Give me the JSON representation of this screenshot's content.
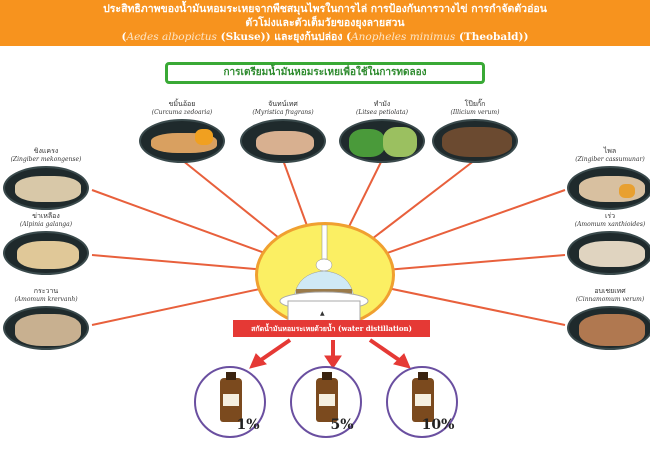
{
  "header": {
    "line1": "ประสิทธิภาพของน้ำมันหอมระเหยจากพืชสมุนไพรในการไล่ การป้องกันการวางไข่ การกำจัดตัวอ่อน",
    "line2": "ตัวโม่งและตัวเต็มวัยของยุงลายสวน",
    "line3_sp1": "Aedes albopictus",
    "line3_a1": "(Skuse))",
    "line3_mid": "และยุงก้นปล่อง (",
    "line3_sp2": "Anopheles minimus",
    "line3_a2": "(Theobald))"
  },
  "banner": "การเตรียมน้ำมันหอมระเหยเพื่อใช้ในการทดลอง",
  "plants": [
    {
      "thai": "ขมิ้นอ้อย",
      "sci": "(Curcuma zedoaria)"
    },
    {
      "thai": "จันทน์เทศ",
      "sci": "(Myristica fragrans)"
    },
    {
      "thai": "ทำมัง",
      "sci": "(Litsea petiolata)"
    },
    {
      "thai": "โป๊ยกั๊ก",
      "sci": "(Illicium verum)"
    },
    {
      "thai": "ขิงแครง",
      "sci": "(Zingiber mekongense)"
    },
    {
      "thai": "ข่าเหลือง",
      "sci": "(Alpinia galanga)"
    },
    {
      "thai": "กระวาน",
      "sci": "(Amomum krervanh)"
    },
    {
      "thai": "ไพล",
      "sci": "(Zingiber cassumunar)"
    },
    {
      "thai": "เร่ว",
      "sci": "(Amomum xanthioides)"
    },
    {
      "thai": "อบเชยเทศ",
      "sci": "(Cinnamomum verum)"
    }
  ],
  "method": "สกัดน้ำมันหอมระเหยด้วยน้ำ (water distillation)",
  "concentrations": [
    "1%",
    "5%",
    "10%"
  ]
}
